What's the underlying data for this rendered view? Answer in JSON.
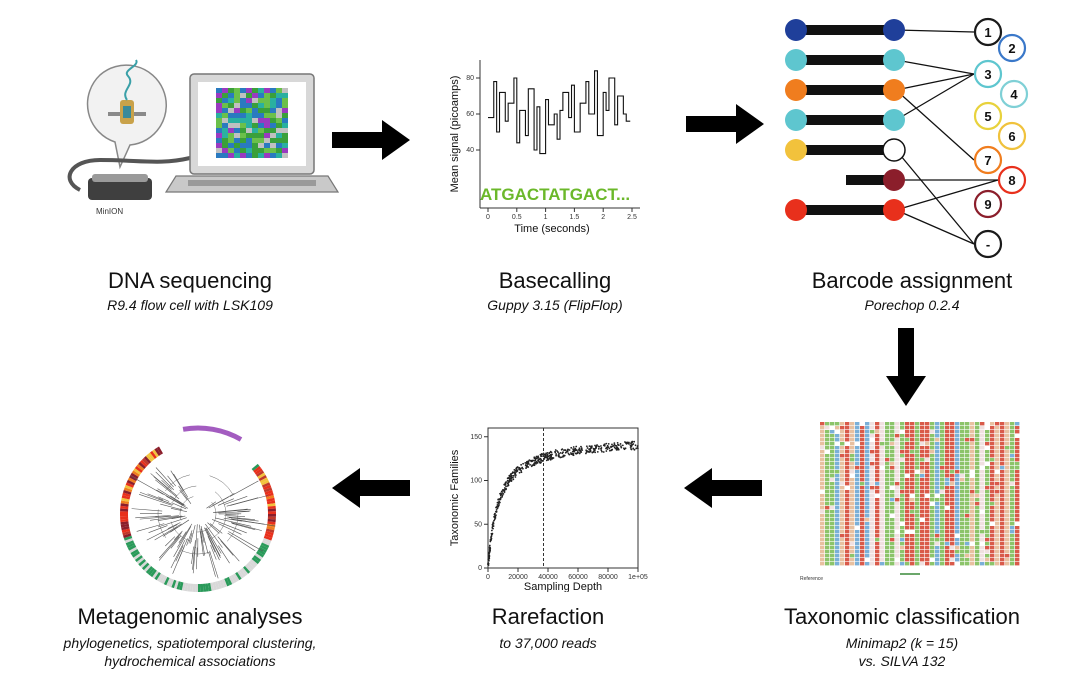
{
  "steps": {
    "dna": {
      "title": "DNA sequencing",
      "subtitle": "R9.4 flow cell with LSK109",
      "device_label": "MinION"
    },
    "basecalling": {
      "title": "Basecalling",
      "subtitle": "Guppy 3.15 (FlipFlop)",
      "sequence": "ATGACTATGACT...",
      "xlabel": "Time (seconds)",
      "ylabel": "Mean signal (picoamps)"
    },
    "barcode": {
      "title": "Barcode assignment",
      "subtitle": "Porechop 0.2.4",
      "bins": [
        "1",
        "2",
        "3",
        "4",
        "5",
        "6",
        "7",
        "8",
        "9",
        "-"
      ]
    },
    "taxonomic": {
      "title": "Taxonomic classification",
      "subtitle_line1": "Minimap2 (k = 15)",
      "subtitle_line2": "vs. SILVA 132",
      "ref_label": "Reference"
    },
    "rarefaction": {
      "title": "Rarefaction",
      "subtitle": "to 37,000 reads",
      "xlabel": "Sampling Depth",
      "ylabel": "Taxonomic Families"
    },
    "metagenomic": {
      "title": "Metagenomic analyses",
      "subtitle_line1": "phylogenetics, spatiotemporal clustering,",
      "subtitle_line2": "hydrochemical associations"
    }
  },
  "colors": {
    "sequence_green": "#6bb82a",
    "barcode": [
      "#1f3f9a",
      "#5ec6cf",
      "#f07d1e",
      "#5ec6cf",
      "#f2c23c",
      "#8b1e2b",
      "#e8301c"
    ],
    "bin_rings": [
      "#1a1a1a",
      "#3a78c9",
      "#5ec6cf",
      "#7fd0d6",
      "#e8d23c",
      "#f0c23c",
      "#f07d1e",
      "#e8301c",
      "#8b1e2b",
      "#1a1a1a"
    ],
    "arrow": "#000000"
  },
  "chart_data": [
    {
      "type": "line",
      "title": "",
      "xlabel": "Time (seconds)",
      "ylabel": "Mean signal (picoamps)",
      "xlim": [
        0,
        2.5
      ],
      "x_ticks": [
        "0",
        "0.5",
        "1",
        "1.5",
        "2",
        "2.5"
      ],
      "y_ticks": [
        "40",
        "60",
        "80"
      ],
      "x": [
        0,
        0.1,
        0.15,
        0.2,
        0.3,
        0.35,
        0.45,
        0.5,
        0.55,
        0.65,
        0.7,
        0.8,
        0.85,
        0.9,
        1.0,
        1.05,
        1.15,
        1.2,
        1.25,
        1.3,
        1.4,
        1.45,
        1.5,
        1.6,
        1.7,
        1.75,
        1.85,
        1.9,
        2.0,
        2.05,
        2.1,
        2.2,
        2.25,
        2.35,
        2.4
      ],
      "values": [
        58,
        78,
        50,
        72,
        56,
        66,
        80,
        44,
        62,
        48,
        74,
        40,
        64,
        38,
        68,
        54,
        60,
        46,
        62,
        72,
        58,
        76,
        50,
        66,
        78,
        60,
        84,
        48,
        72,
        62,
        80,
        54,
        70,
        60,
        56
      ]
    },
    {
      "type": "scatter",
      "title": "",
      "xlabel": "Sampling Depth",
      "ylabel": "Taxonomic Families",
      "xlim": [
        0,
        100000
      ],
      "ylim": [
        0,
        160
      ],
      "x_ticks": [
        "0",
        "20000",
        "40000",
        "60000",
        "80000",
        "1e+05"
      ],
      "y_ticks": [
        "0",
        "50",
        "100",
        "150"
      ],
      "cutoff_x": 37000,
      "curve_max": 150,
      "curve_halfsat": 7000
    }
  ]
}
